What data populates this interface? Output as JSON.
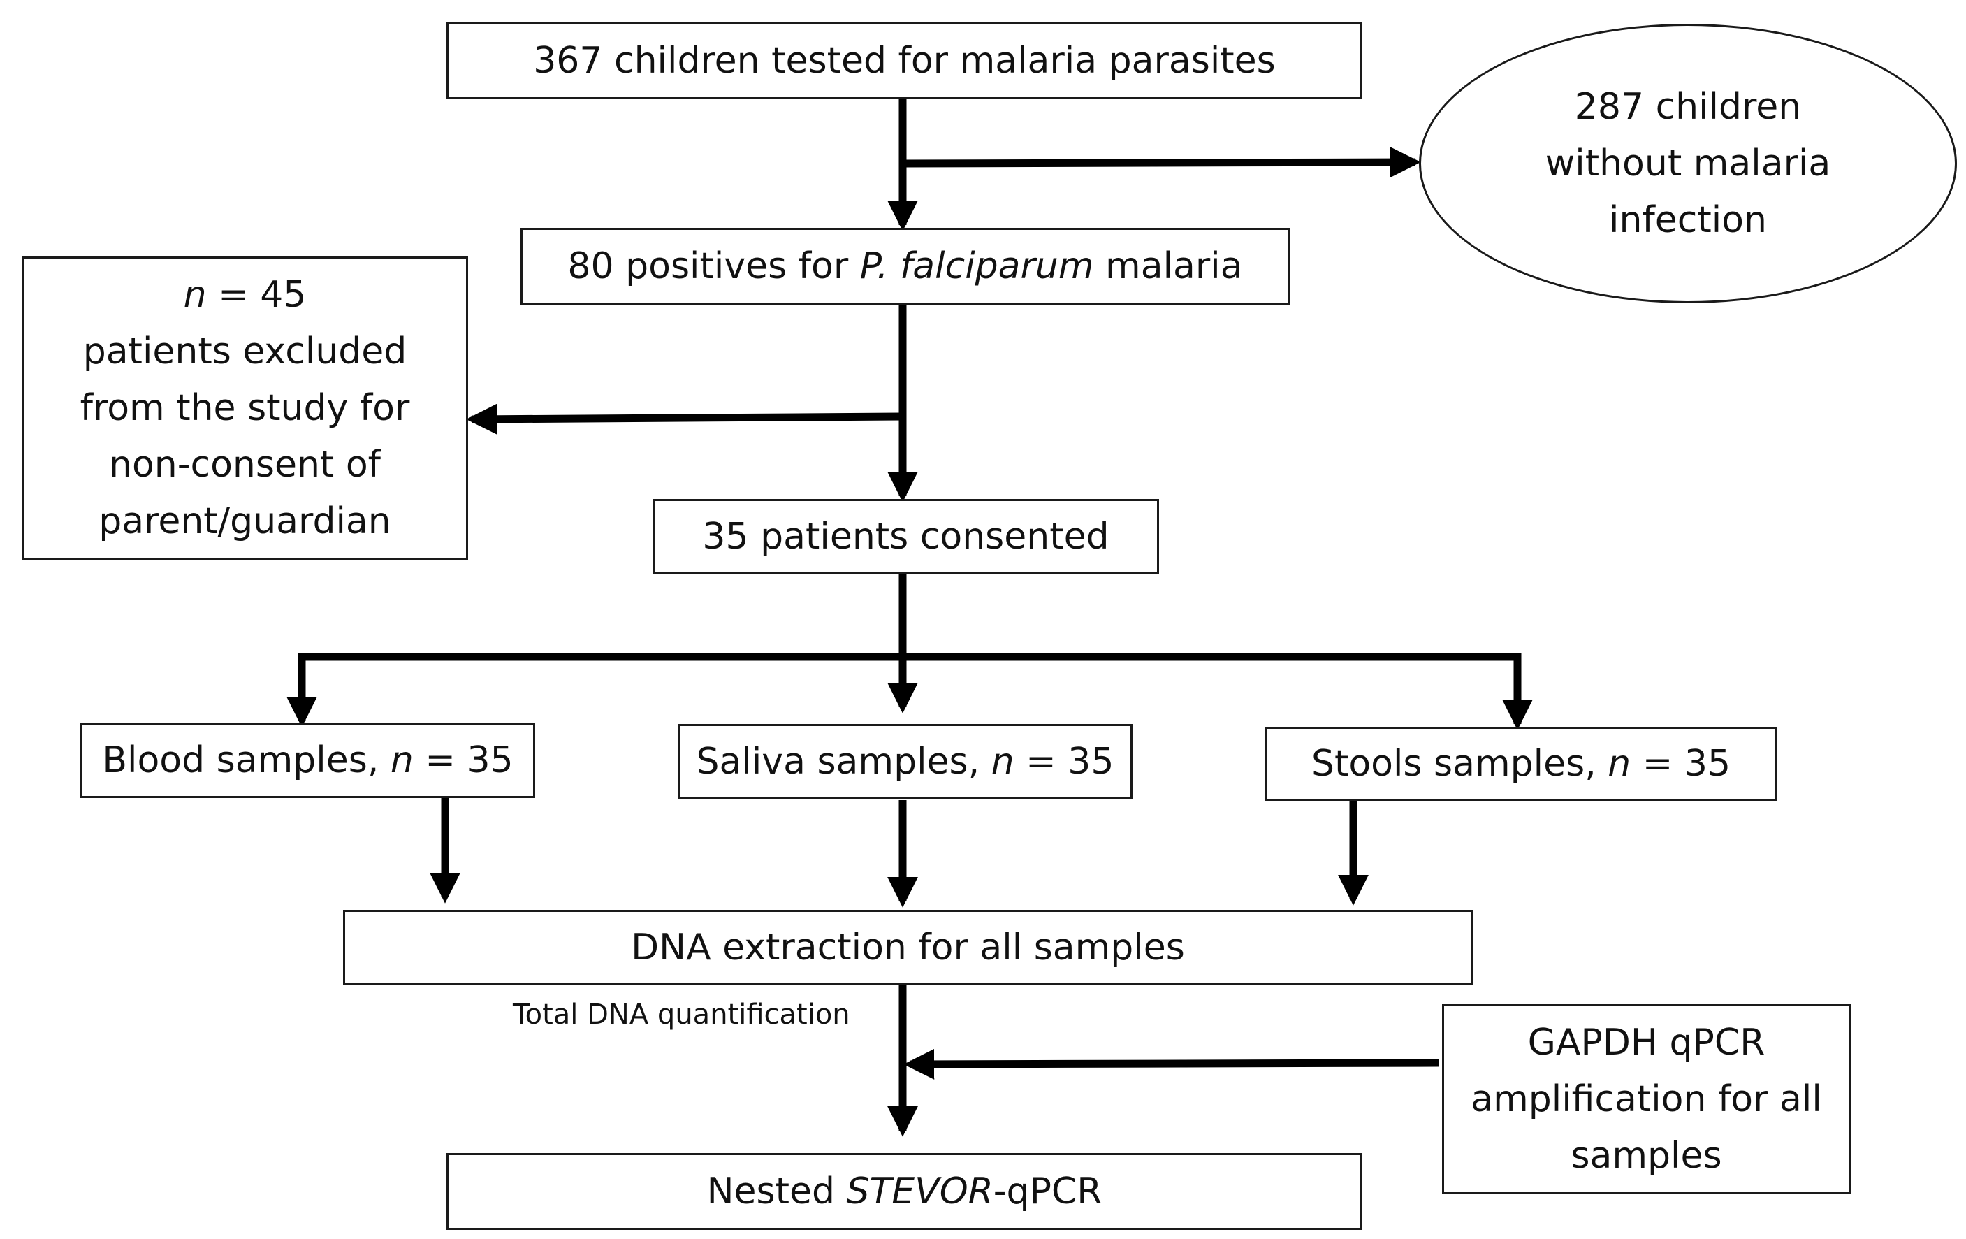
{
  "nodes": {
    "tested": {
      "text": "367 children tested for malaria parasites"
    },
    "without": {
      "lines": [
        "287 children",
        "without malaria",
        "infection"
      ]
    },
    "positives": {
      "pre": "80 positives for ",
      "ital": "P. falciparum",
      "post": " malaria"
    },
    "excluded": {
      "n_ital": "n",
      "n_rest": " = 45",
      "lines": [
        "patients excluded",
        "from the study for",
        "non-consent of",
        "parent/guardian"
      ]
    },
    "consented": {
      "text": "35 patients consented"
    },
    "blood": {
      "pre": "Blood samples, ",
      "ital": "n",
      "post": " = 35"
    },
    "saliva": {
      "pre": "Saliva samples, ",
      "ital": "n",
      "post": " = 35"
    },
    "stools": {
      "pre": "Stools samples, ",
      "ital": "n",
      "post": " = 35"
    },
    "dna": {
      "text": "DNA extraction for all samples"
    },
    "gapdh": {
      "lines": [
        "GAPDH qPCR",
        "amplification for all",
        "samples"
      ]
    },
    "nested": {
      "pre": "Nested ",
      "ital": "STEVOR",
      "post": "-qPCR"
    }
  },
  "annotations": {
    "total_dna": "Total DNA quantification"
  }
}
